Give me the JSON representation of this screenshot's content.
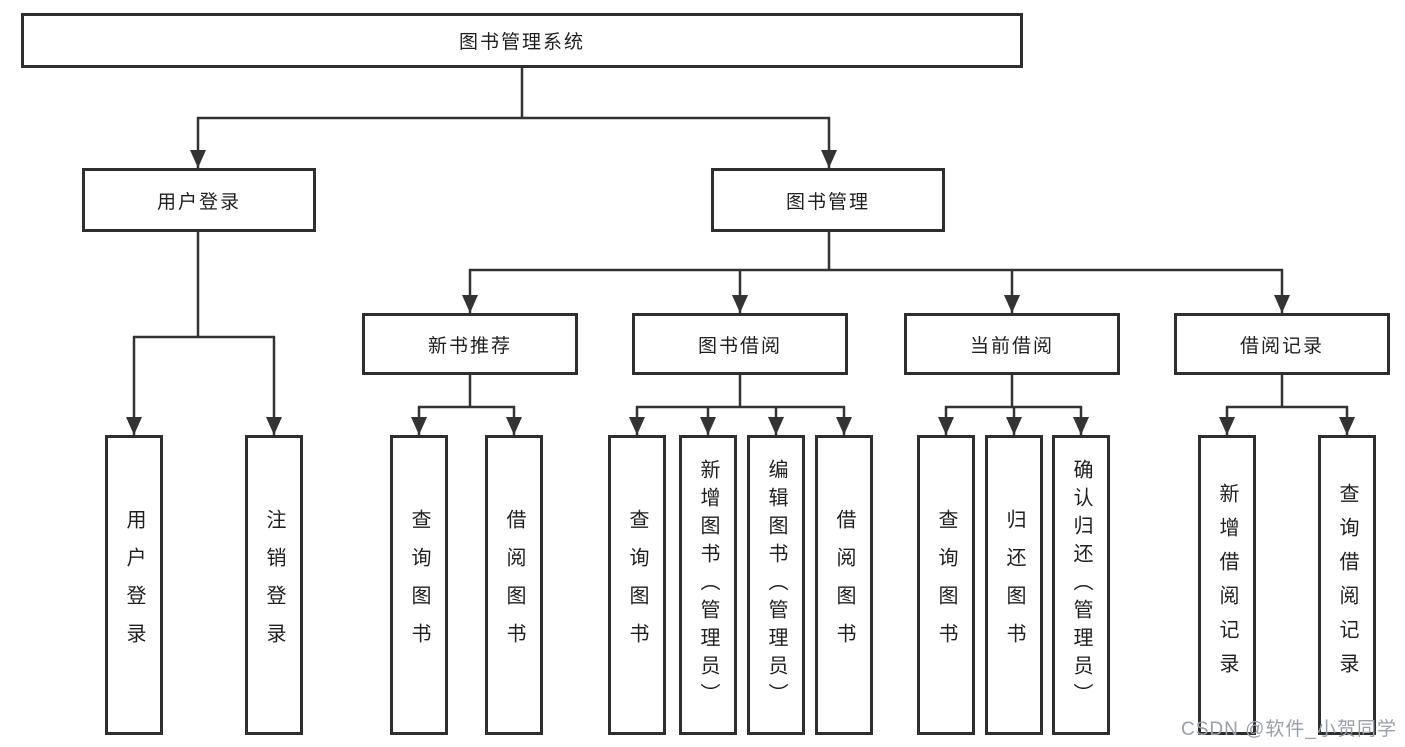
{
  "diagram": {
    "root": "图书管理系统",
    "level2": {
      "user_login": "用户登录",
      "book_management": "图书管理"
    },
    "level3": {
      "new_book_recommend": "新书推荐",
      "book_borrowing": "图书借阅",
      "current_borrowing": "当前借阅",
      "borrowing_records": "借阅记录"
    },
    "leaves": {
      "user_login": "用户登录",
      "logout_login": "注销登录",
      "recommend_query_books": "查询图书",
      "recommend_borrow_books": "借阅图书",
      "borrowing_query_books": "查询图书",
      "borrowing_add_books_admin": "新增图书（管理员）",
      "borrowing_edit_books_admin": "编辑图书（管理员）",
      "borrowing_borrow_books": "借阅图书",
      "current_query_books": "查询图书",
      "current_return_books": "归还图书",
      "current_confirm_return_admin": "确认归还（管理员）",
      "records_add_record": "新增借阅记录",
      "records_query_record": "查询借阅记录"
    }
  },
  "watermark": "CSDN @软件_小贺同学",
  "colors": {
    "line": "#333333",
    "border": "#2e2e2e",
    "text": "#1f1f1f",
    "watermark": "#9aa0a8"
  }
}
